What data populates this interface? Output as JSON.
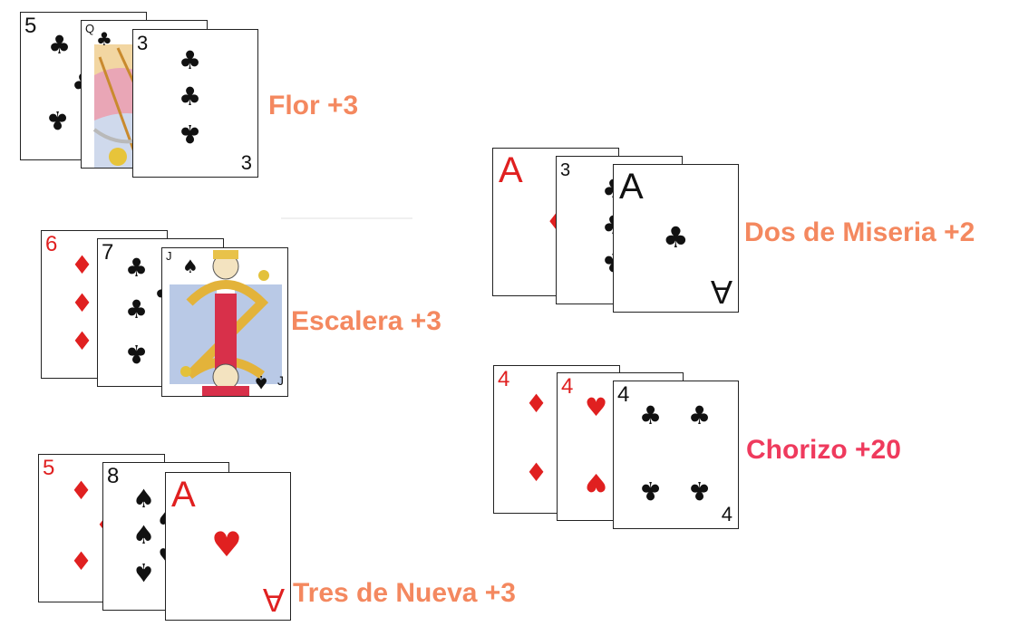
{
  "colors": {
    "label": "#f4885f",
    "label_highlight": "#ef3a5d",
    "suit_red": "#e02020",
    "suit_black": "#111111"
  },
  "hands": [
    {
      "name": "flor",
      "label": "Flor +3",
      "cards": [
        {
          "rank": "5",
          "suit": "clubs"
        },
        {
          "rank": "Q",
          "suit": "clubs"
        },
        {
          "rank": "3",
          "suit": "clubs",
          "rank_bottom": "3"
        }
      ]
    },
    {
      "name": "escalera",
      "label": "Escalera +3",
      "cards": [
        {
          "rank": "6",
          "suit": "diamonds"
        },
        {
          "rank": "7",
          "suit": "clubs"
        },
        {
          "rank": "J",
          "suit": "spades",
          "rank_bottom": "J"
        }
      ]
    },
    {
      "name": "tres-de-nueva",
      "label": "Tres de Nueva +3",
      "cards": [
        {
          "rank": "5",
          "suit": "diamonds"
        },
        {
          "rank": "8",
          "suit": "spades"
        },
        {
          "rank": "A",
          "suit": "hearts",
          "rank_bottom": "A"
        }
      ]
    },
    {
      "name": "dos-de-miseria",
      "label": "Dos de Miseria +2",
      "cards": [
        {
          "rank": "A",
          "suit": "diamonds"
        },
        {
          "rank": "3",
          "suit": "clubs"
        },
        {
          "rank": "A",
          "suit": "clubs",
          "rank_bottom": "A"
        }
      ]
    },
    {
      "name": "chorizo",
      "label": "Chorizo +20",
      "cards": [
        {
          "rank": "4",
          "suit": "diamonds"
        },
        {
          "rank": "4",
          "suit": "hearts"
        },
        {
          "rank": "4",
          "suit": "clubs",
          "rank_bottom": "4"
        }
      ]
    }
  ]
}
